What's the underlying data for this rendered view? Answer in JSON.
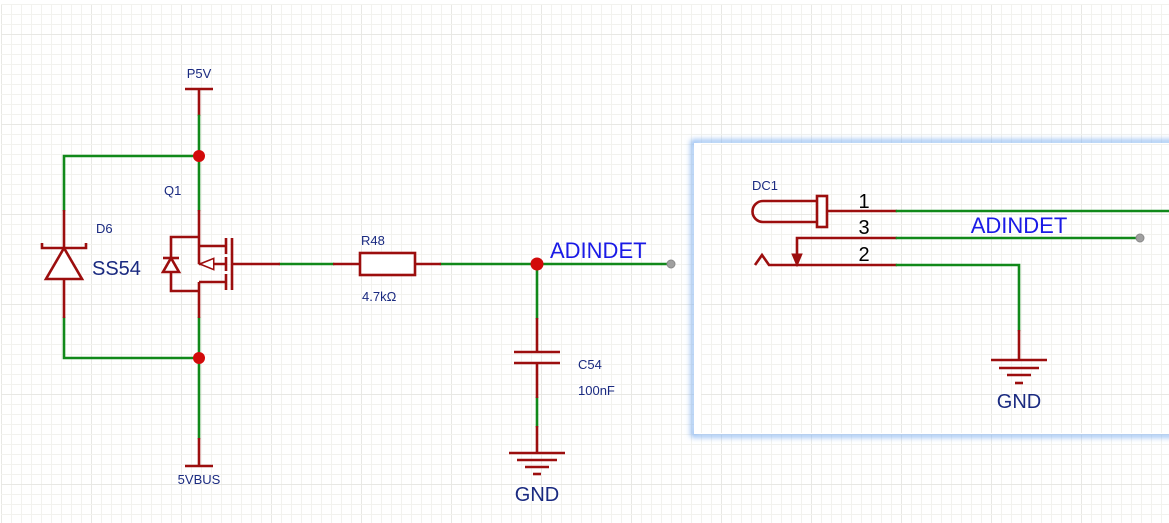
{
  "schematic": {
    "components": {
      "power_top": {
        "label": "P5V"
      },
      "power_bottom": {
        "label": "5VBUS"
      },
      "diode": {
        "designator": "D6",
        "value": "SS54"
      },
      "mosfet": {
        "designator": "Q1"
      },
      "resistor": {
        "designator": "R48",
        "value": "4.7kΩ"
      },
      "capacitor": {
        "designator": "C54",
        "value": "100nF"
      },
      "ground_left": {
        "label": "GND"
      },
      "ground_right": {
        "label": "GND"
      },
      "connector": {
        "designator": "DC1",
        "pins": [
          "1",
          "3",
          "2"
        ]
      }
    },
    "nets": {
      "left_netlabel": "ADINDET",
      "right_netlabel": "ADINDET"
    }
  },
  "colors": {
    "wire": "#11891a",
    "symbol": "#9c0e0e",
    "junction": "#d20a0a",
    "net_label": "#1a1ae6",
    "designator": "#1a2a80",
    "selection_glow": "#7fb0f0"
  }
}
